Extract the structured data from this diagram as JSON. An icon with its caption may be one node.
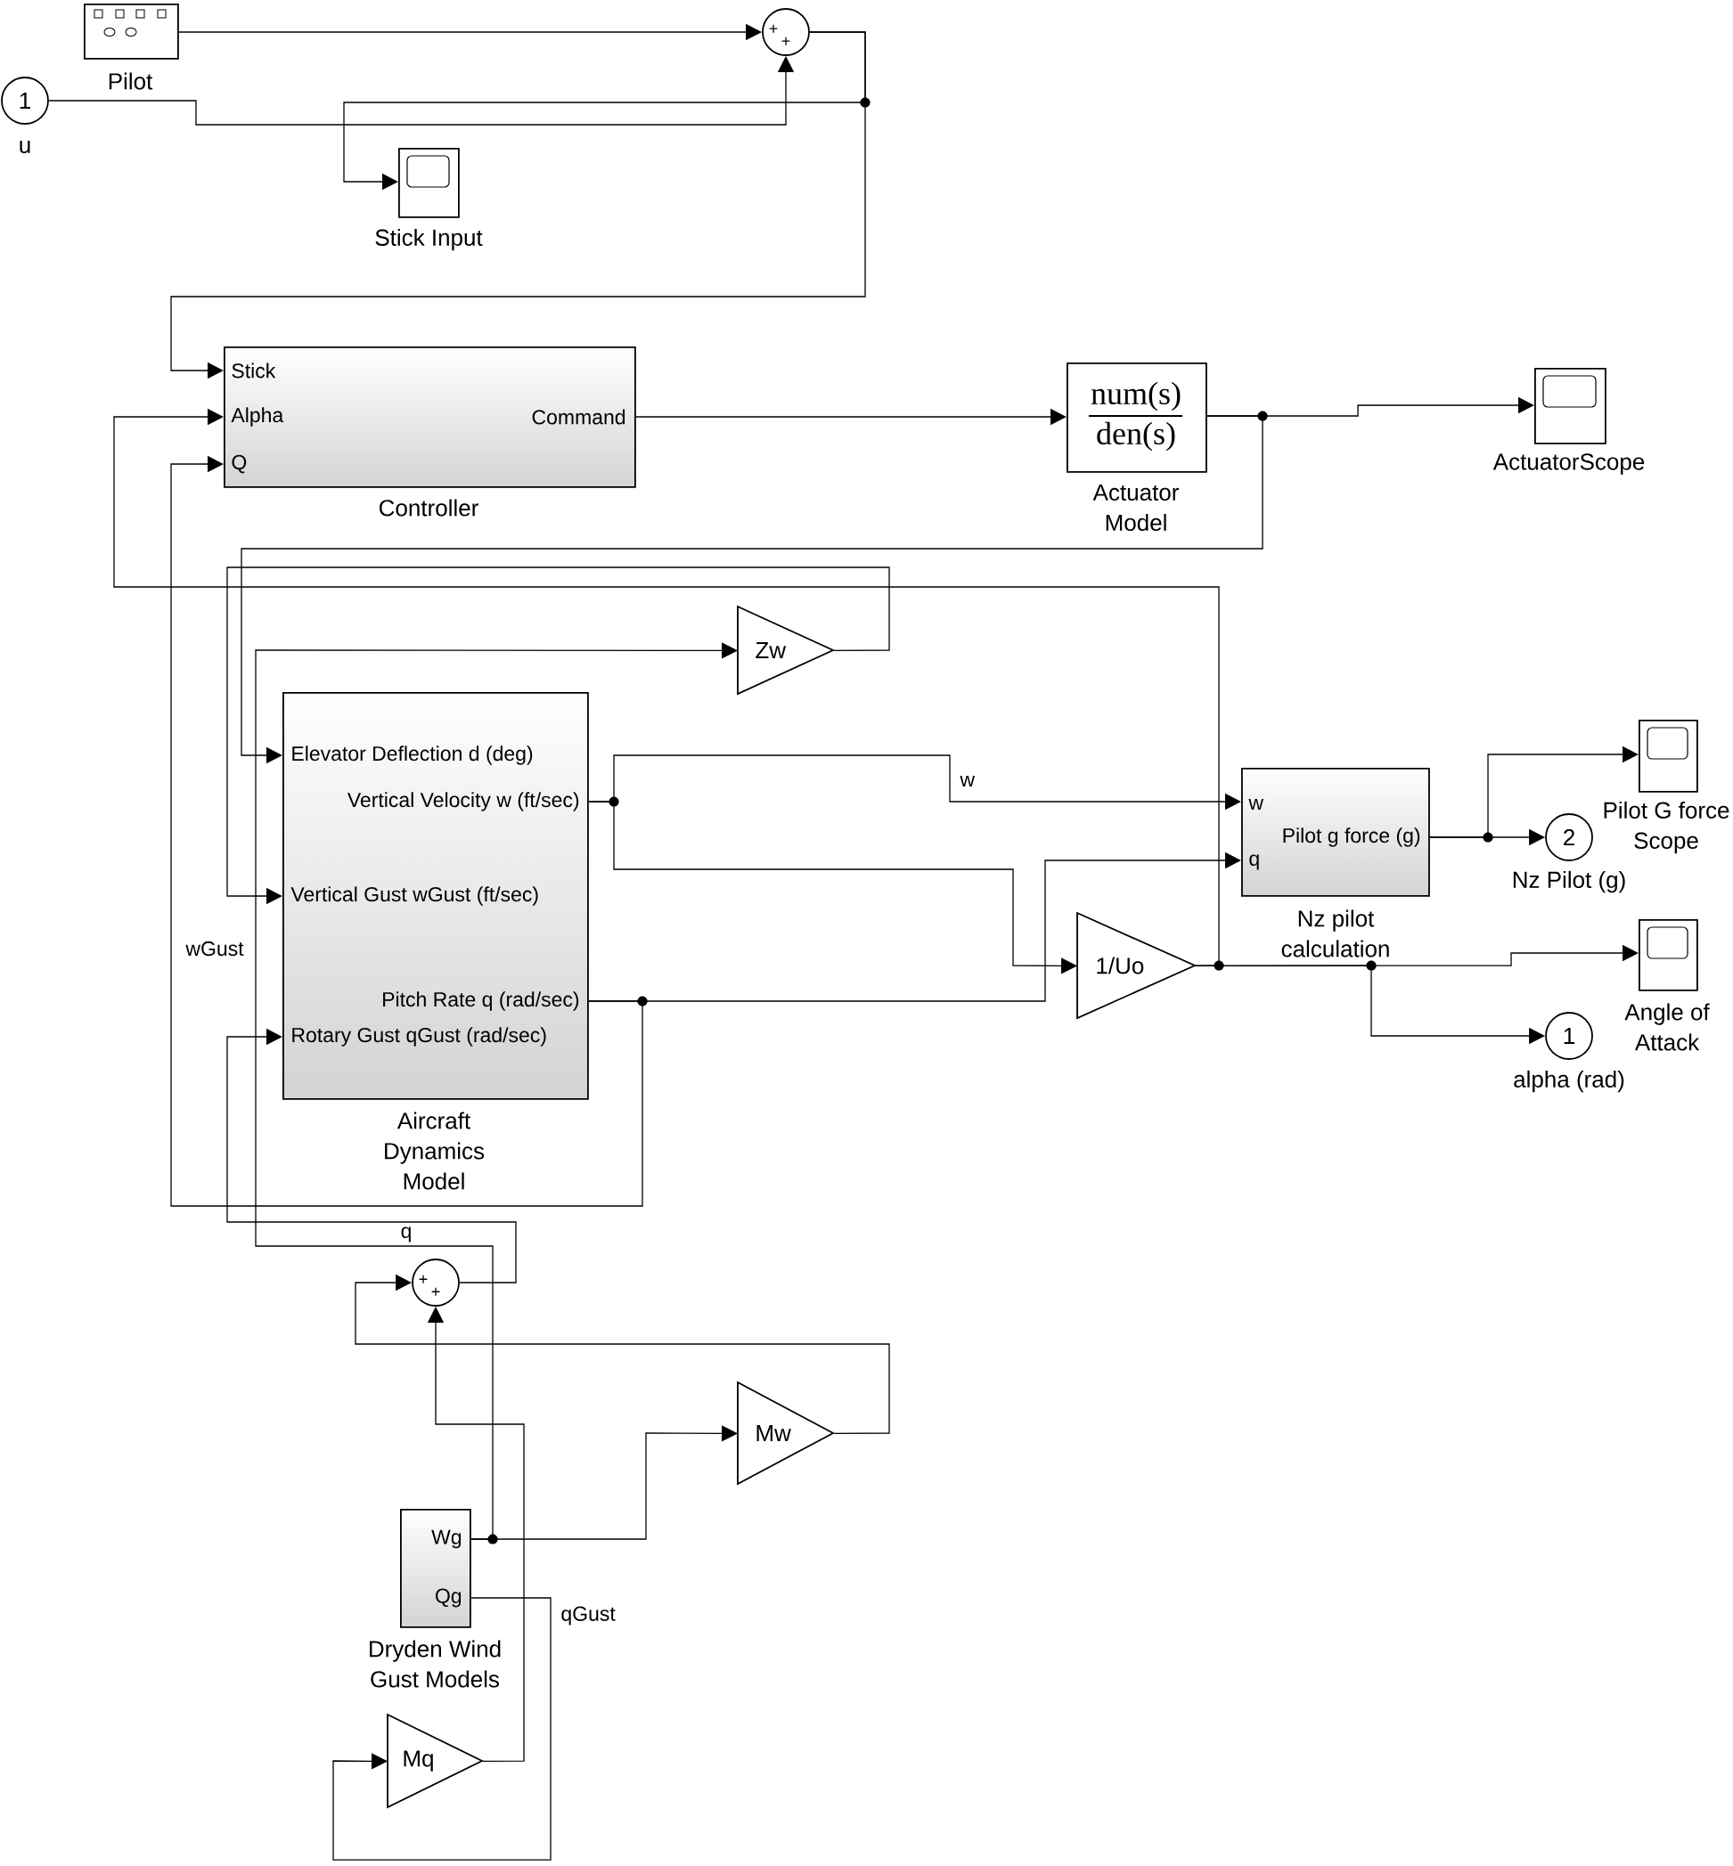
{
  "diagram": {
    "nodes": [
      {
        "text": [
          "Pilot"
        ]
      },
      {
        "text": [
          "+",
          "+"
        ]
      },
      {
        "text": [
          "1",
          "u"
        ]
      },
      {
        "text": [
          "Stick Input"
        ]
      },
      {
        "text": [
          "Stick",
          "Alpha",
          "Command",
          "Q",
          "Controller"
        ]
      },
      {
        "text": [
          "num(s)",
          "den(s)",
          "Actuator Model"
        ]
      },
      {
        "text": [
          "ActuatorScope"
        ]
      },
      {
        "text": [
          "Zw"
        ]
      },
      {
        "text": [
          "Elevator Deflection d (deg)",
          "Vertical Velocity w (ft/sec)",
          "Vertical Gust wGust (ft/sec)",
          "Pitch Rate q (rad/sec)",
          "Rotary Gust qGust (rad/sec)",
          "Aircraft Dynamics Model"
        ]
      },
      {
        "text": [
          "Pilot G force Scope"
        ]
      },
      {
        "text": [
          "w",
          "Pilot g force (g)",
          "q",
          "Nz pilot calculation"
        ]
      },
      {
        "text": [
          "2",
          "Nz Pilot (g)"
        ]
      },
      {
        "text": [
          "1/Uo"
        ]
      },
      {
        "text": [
          "Angle of Attack"
        ]
      },
      {
        "text": [
          "1",
          "alpha (rad)"
        ]
      },
      {
        "text": [
          "+",
          "+"
        ]
      },
      {
        "text": [
          "Mw"
        ]
      },
      {
        "text": [
          "Wg",
          "Qg",
          "Dryden Wind Gust Models"
        ]
      },
      {
        "text": [
          "Mq"
        ]
      }
    ],
    "edges": [
      {
        "from": 0,
        "to": 1,
        "arrow": "to"
      },
      {
        "from": 2,
        "to": 1,
        "arrow": "to"
      },
      {
        "from": 1,
        "to": 3,
        "arrow": "to"
      },
      {
        "from": 1,
        "to": 4,
        "arrow": "to"
      },
      {
        "from": 4,
        "to": 5,
        "arrow": "to"
      },
      {
        "from": 5,
        "to": 6,
        "arrow": "to"
      },
      {
        "from": 5,
        "to": 8,
        "arrow": "to"
      },
      {
        "from": 7,
        "to": 8,
        "arrow": "to"
      },
      {
        "from": 8,
        "to": 10,
        "arrow": "to",
        "label": "w"
      },
      {
        "from": 8,
        "to": 12,
        "arrow": "to"
      },
      {
        "from": 8,
        "to": 10,
        "arrow": "to"
      },
      {
        "from": 8,
        "to": 4,
        "arrow": "to"
      },
      {
        "from": 10,
        "to": 9,
        "arrow": "to"
      },
      {
        "from": 10,
        "to": 11,
        "arrow": "to"
      },
      {
        "from": 12,
        "to": 4,
        "arrow": "to"
      },
      {
        "from": 12,
        "to": 13,
        "arrow": "to"
      },
      {
        "from": 12,
        "to": 14,
        "arrow": "to"
      },
      {
        "from": 17,
        "to": 7,
        "arrow": "to",
        "label": "wGust"
      },
      {
        "from": 17,
        "to": 16,
        "arrow": "to"
      },
      {
        "from": 16,
        "to": 15,
        "arrow": "to"
      },
      {
        "from": 17,
        "to": 18,
        "arrow": "to",
        "label": "qGust"
      },
      {
        "from": 18,
        "to": 15,
        "arrow": "to"
      },
      {
        "from": 15,
        "to": 8,
        "arrow": "to",
        "label": "q"
      }
    ]
  }
}
